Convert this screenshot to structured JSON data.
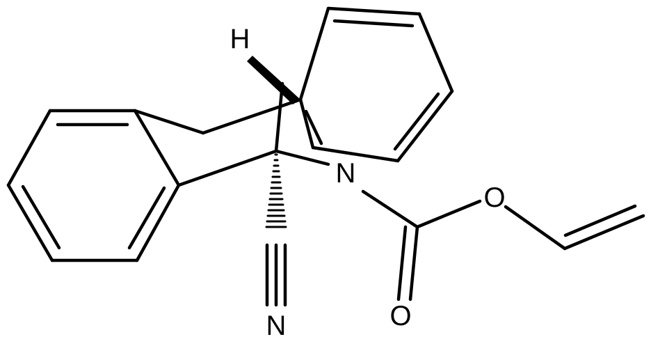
{
  "molecule": {
    "atom_labels": {
      "hydrogen": "H",
      "ring_nitrogen": "N",
      "ether_oxygen": "O",
      "carbonyl_oxygen": "O",
      "nitrile_nitrogen": "N"
    },
    "colors": {
      "stroke": "#000000",
      "background": "#ffffff"
    }
  }
}
